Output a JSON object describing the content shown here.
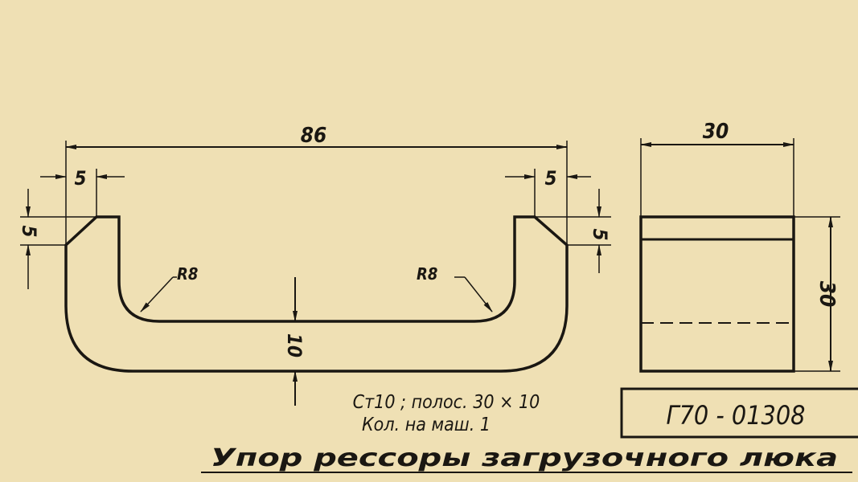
{
  "drawing": {
    "dimensions": {
      "overall_length": "86",
      "left_flange": "5",
      "right_flange": "5",
      "left_height": "5",
      "right_height": "5",
      "left_radius": "R8",
      "right_radius": "R8",
      "thickness": "10",
      "side_width": "30",
      "side_height": "30"
    },
    "material": "Ст10 ; полос. 30 × 10",
    "quantity": "Кол. на маш. 1",
    "part_number": "Г70 - 01308",
    "title": "Упор рессоры загрузочного люка"
  },
  "colors": {
    "paper": "#efe0b4",
    "ink": "#1a1712"
  }
}
